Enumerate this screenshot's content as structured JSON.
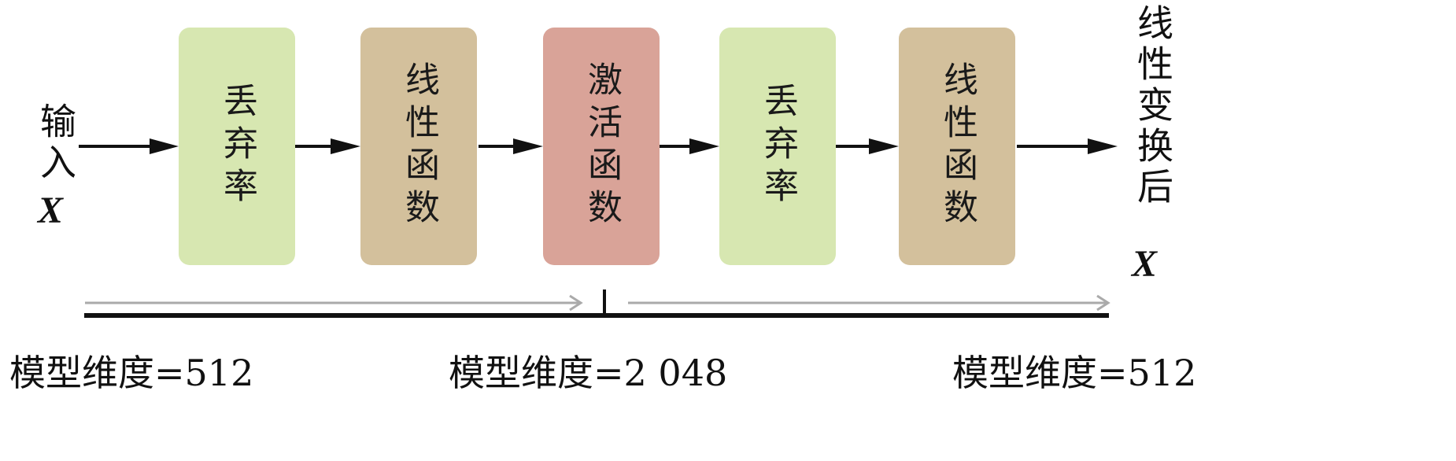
{
  "input": {
    "label": "输入",
    "var": "X"
  },
  "output": {
    "label": "线性变换后",
    "var": "X"
  },
  "blocks": [
    {
      "label": "丢弃率",
      "color": "#d7e7b1"
    },
    {
      "label": "线性函数",
      "color": "#d3c09c"
    },
    {
      "label": "激活函数",
      "color": "#d9a398"
    },
    {
      "label": "丢弃率",
      "color": "#d7e7b1"
    },
    {
      "label": "线性函数",
      "color": "#d3c09c"
    }
  ],
  "dimensions": [
    "模型维度=512",
    "模型维度=2 048",
    "模型维度=512"
  ]
}
